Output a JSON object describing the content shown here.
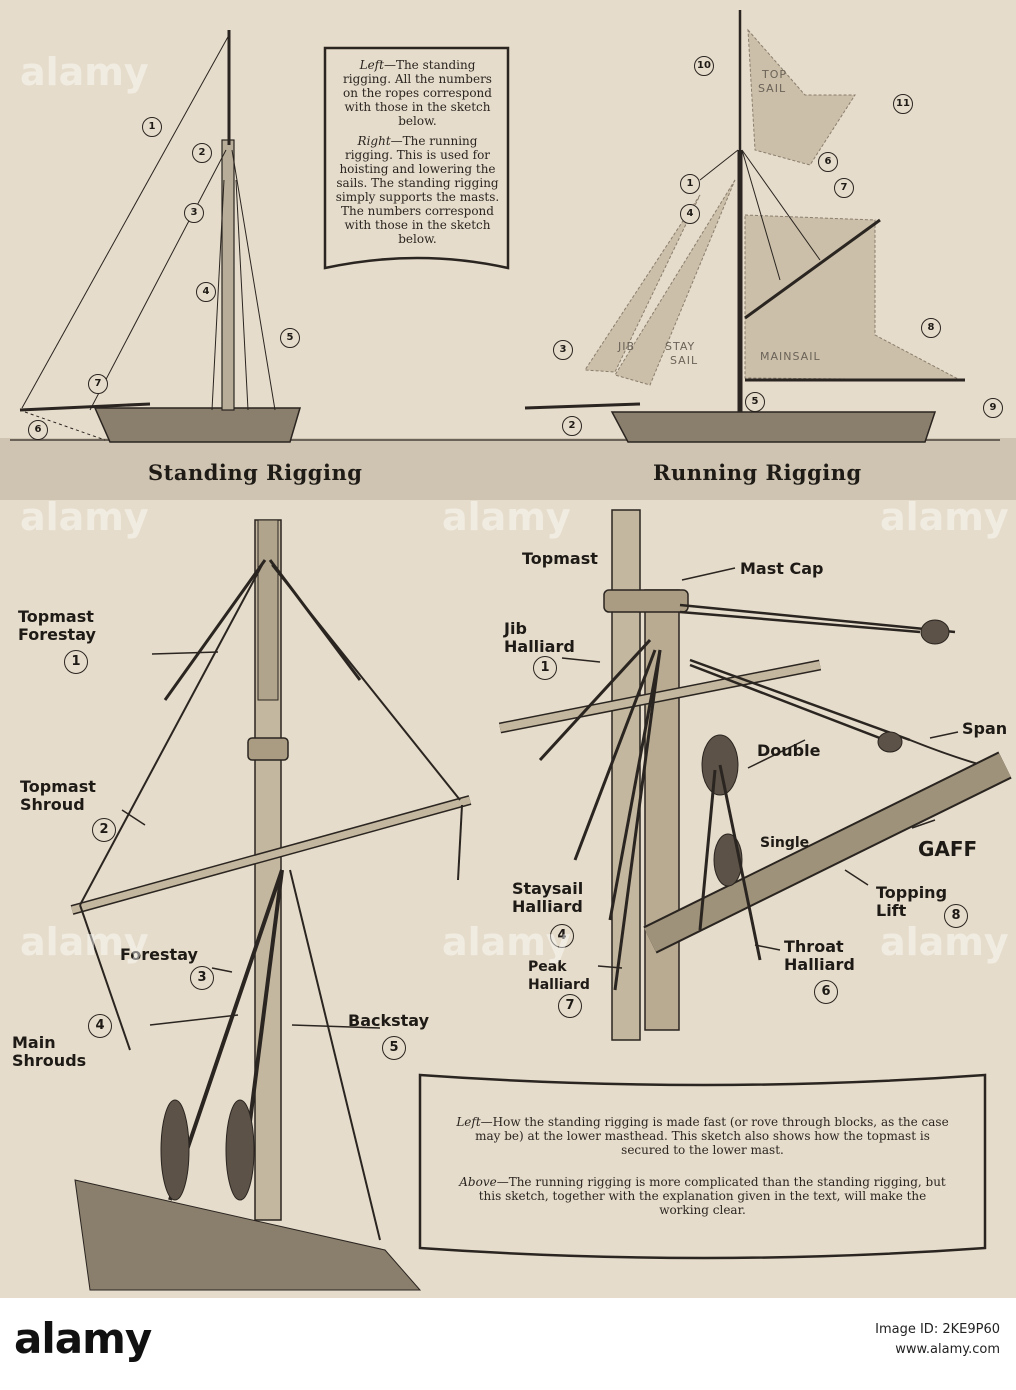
{
  "caption_top": {
    "left_label": "Left",
    "left_text": "—The standing rigging. All the numbers on the ropes correspond with those in the sketch below.",
    "right_label": "Right",
    "right_text": "—The running rigging. This is used for hoisting and lowering the sails. The standing rigging simply supports the masts. The numbers correspond with those in the sketch below."
  },
  "caption_bottom": {
    "left_label": "Left",
    "left_text": "—How the standing rigging is made fast (or rove through blocks, as the case may be) at the lower masthead. This sketch also shows how the topmast is secured to the lower mast.",
    "above_label": "Above",
    "above_text": "—The running rigging is more complicated than the standing rigging, but this sketch, together with the explanation given in the text, will make the working clear."
  },
  "titles": {
    "standing": "Standing Rigging",
    "running": "Running Rigging"
  },
  "sails": {
    "top": "TOP",
    "top2": "SAIL",
    "jib": "JIB",
    "stay": "STAY",
    "stay2": "SAIL",
    "main": "MAINSAIL"
  },
  "standing_numbers": [
    "1",
    "2",
    "3",
    "4",
    "5",
    "6",
    "7"
  ],
  "running_numbers": [
    "1",
    "2",
    "3",
    "4",
    "5",
    "6",
    "7",
    "8",
    "9",
    "10",
    "11"
  ],
  "left_detail": {
    "topmast_forestay": [
      "Topmast",
      "Forestay"
    ],
    "topmast_shroud": [
      "Topmast",
      "Shroud"
    ],
    "forestay": "Forestay",
    "main_shrouds": [
      "Main",
      "Shrouds"
    ],
    "backstay": "Backstay",
    "n1": "1",
    "n2": "2",
    "n3": "3",
    "n4": "4",
    "n5": "5"
  },
  "right_detail": {
    "topmast": "Topmast",
    "mast_cap": "Mast Cap",
    "jib_halliard": [
      "Jib",
      "Halliard"
    ],
    "double": "Double",
    "span": "Span",
    "single": "Single",
    "gaff": "GAFF",
    "staysail_halliard": [
      "Staysail",
      "Halliard"
    ],
    "topping_lift": [
      "Topping",
      "Lift"
    ],
    "peak_halliard": [
      "Peak",
      "Halliard"
    ],
    "throat_halliard": [
      "Throat",
      "Halliard"
    ],
    "n1": "1",
    "n4": "4",
    "n6": "6",
    "n7": "7",
    "n8": "8"
  },
  "watermark": "alamy",
  "footer": {
    "logo": "alamy",
    "image_id_label": "Image ID: 2KE9P60",
    "site": "www.alamy.com"
  }
}
